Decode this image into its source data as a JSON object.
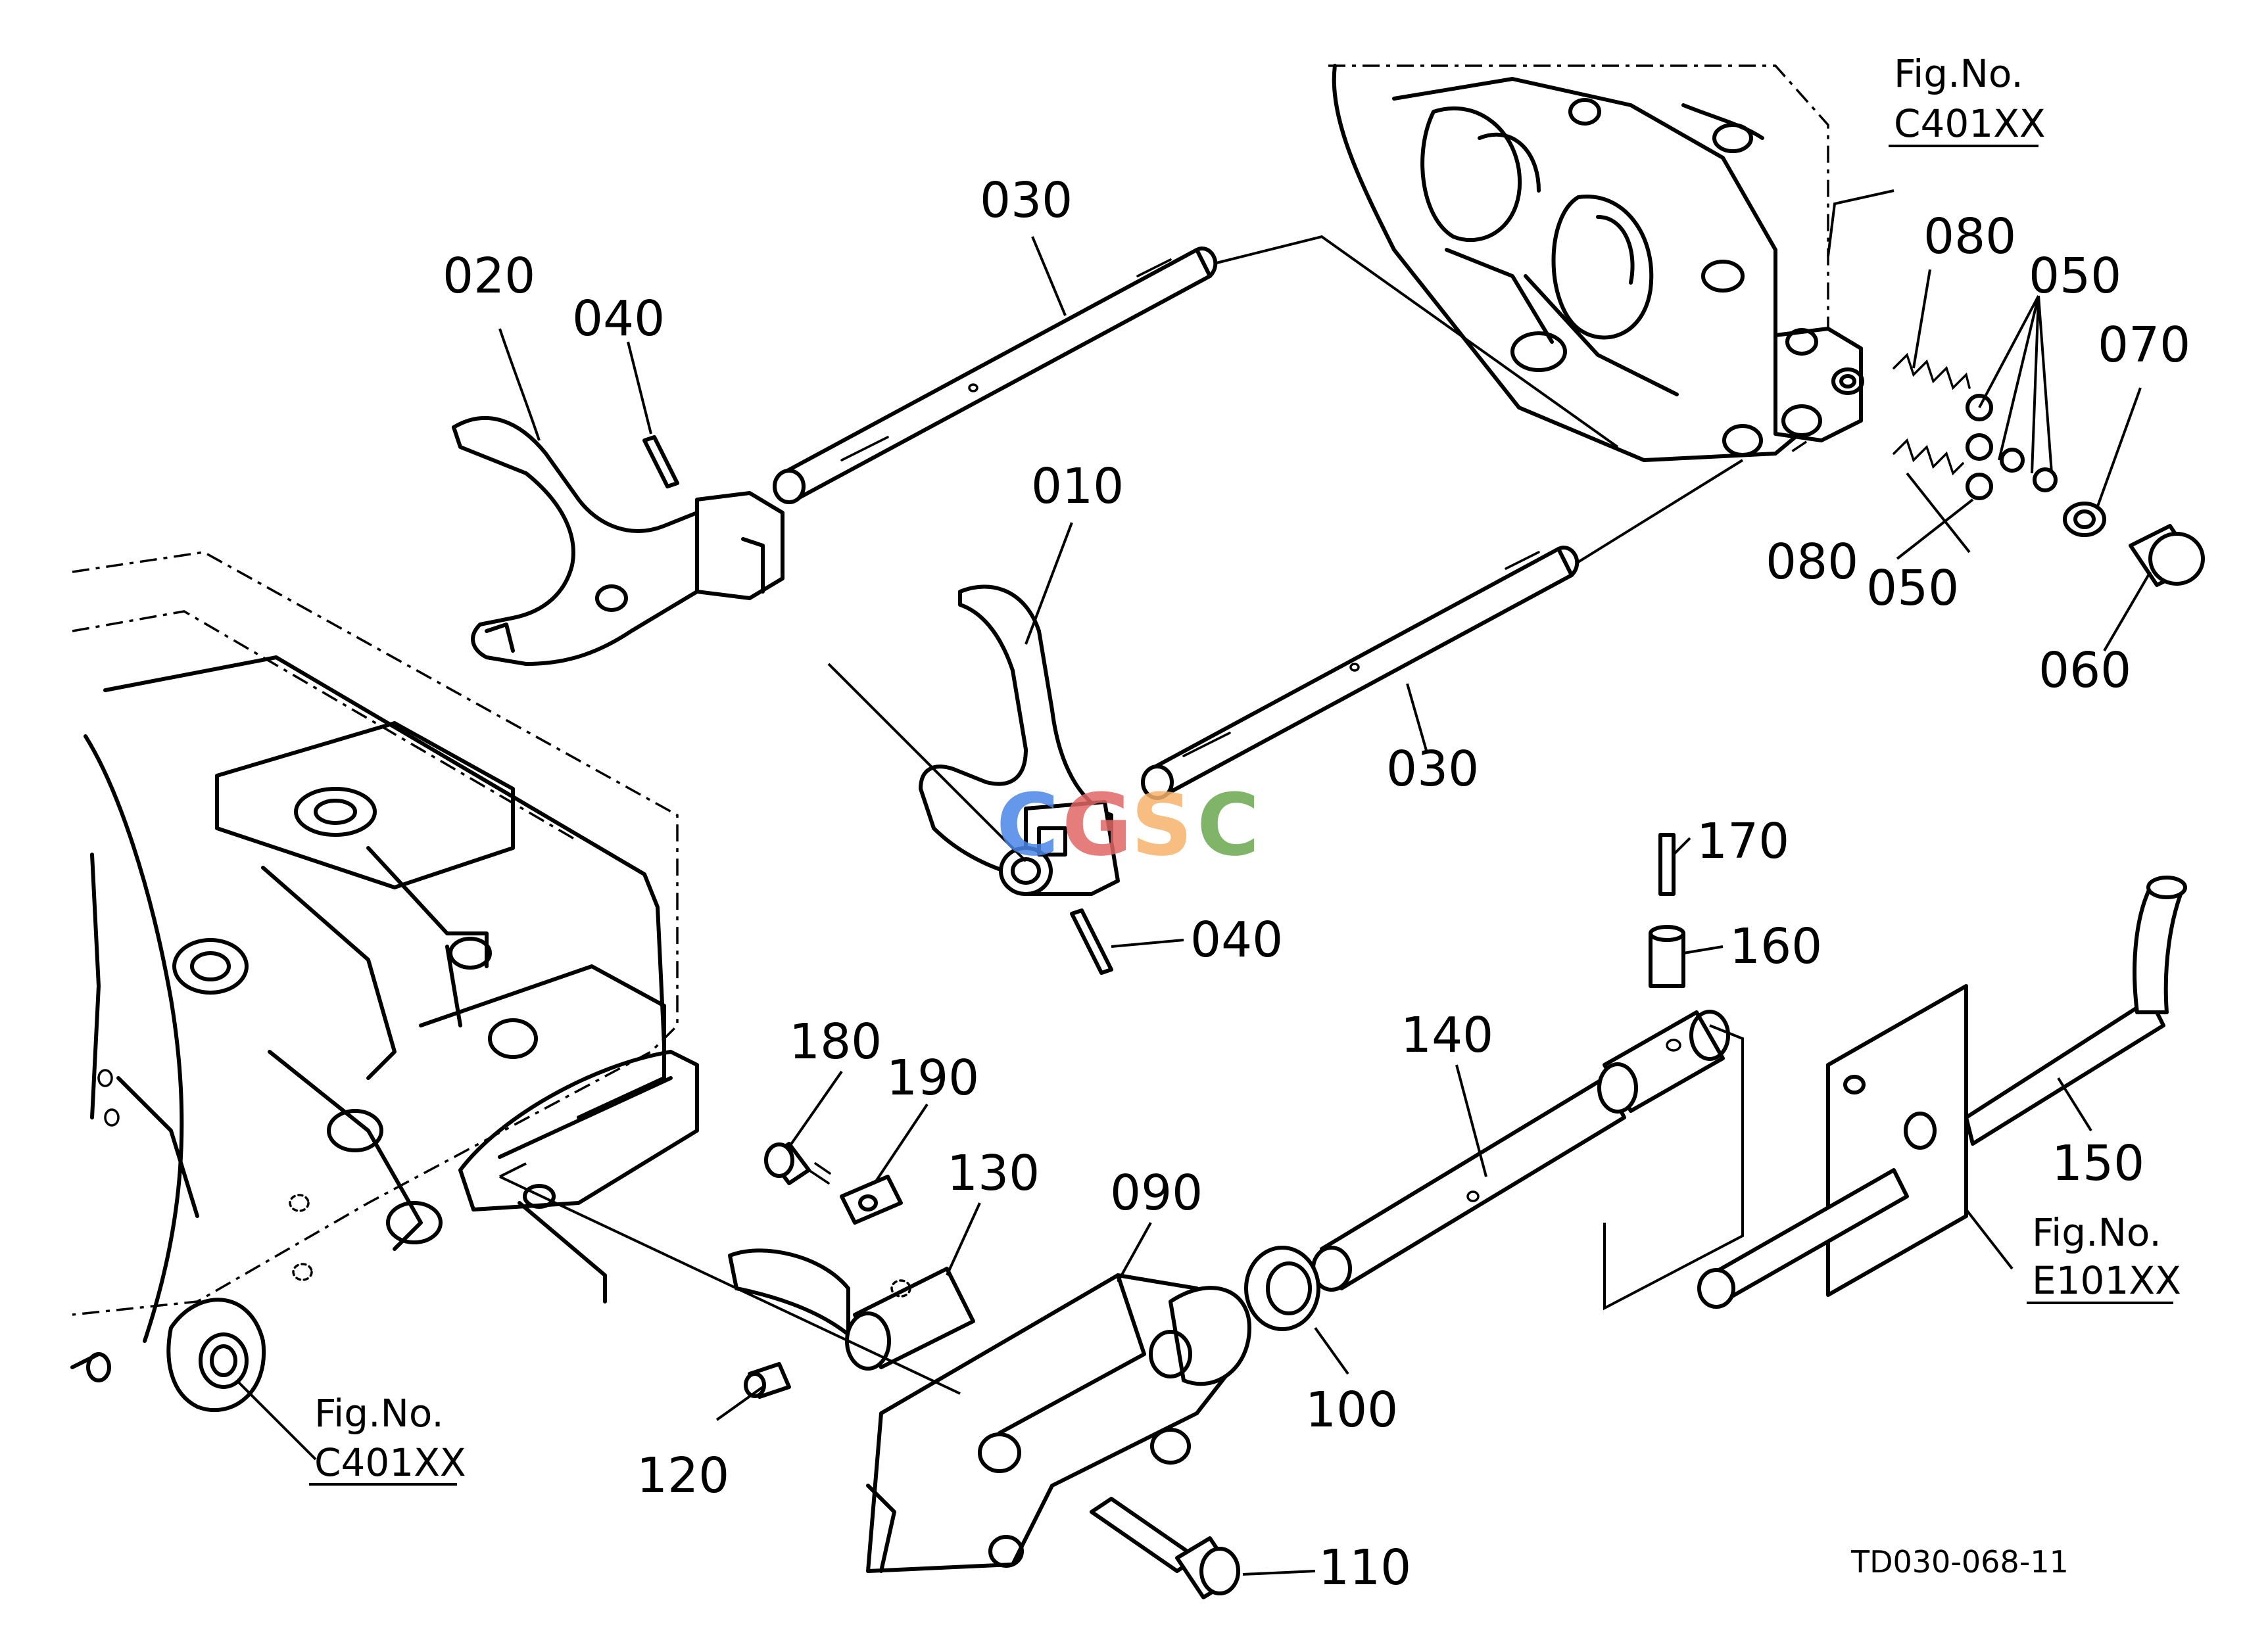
{
  "drawing_code": "TD030-068-11",
  "watermark": {
    "letters": [
      "C",
      "G",
      "S",
      "C"
    ],
    "colors": [
      "#4a86e8",
      "#e06666",
      "#f6b26b",
      "#6aa84f"
    ]
  },
  "figure_refs": [
    {
      "prefix": "Fig.No.",
      "code": "C401XX"
    },
    {
      "prefix": "Fig.No.",
      "code": "C401XX"
    },
    {
      "prefix": "Fig.No.",
      "code": "E101XX"
    }
  ],
  "callouts": [
    "020",
    "040",
    "030",
    "010",
    "080",
    "050",
    "070",
    "080",
    "050",
    "060",
    "030",
    "040",
    "170",
    "160",
    "140",
    "150",
    "180",
    "190",
    "130",
    "090",
    "100",
    "120",
    "110"
  ]
}
